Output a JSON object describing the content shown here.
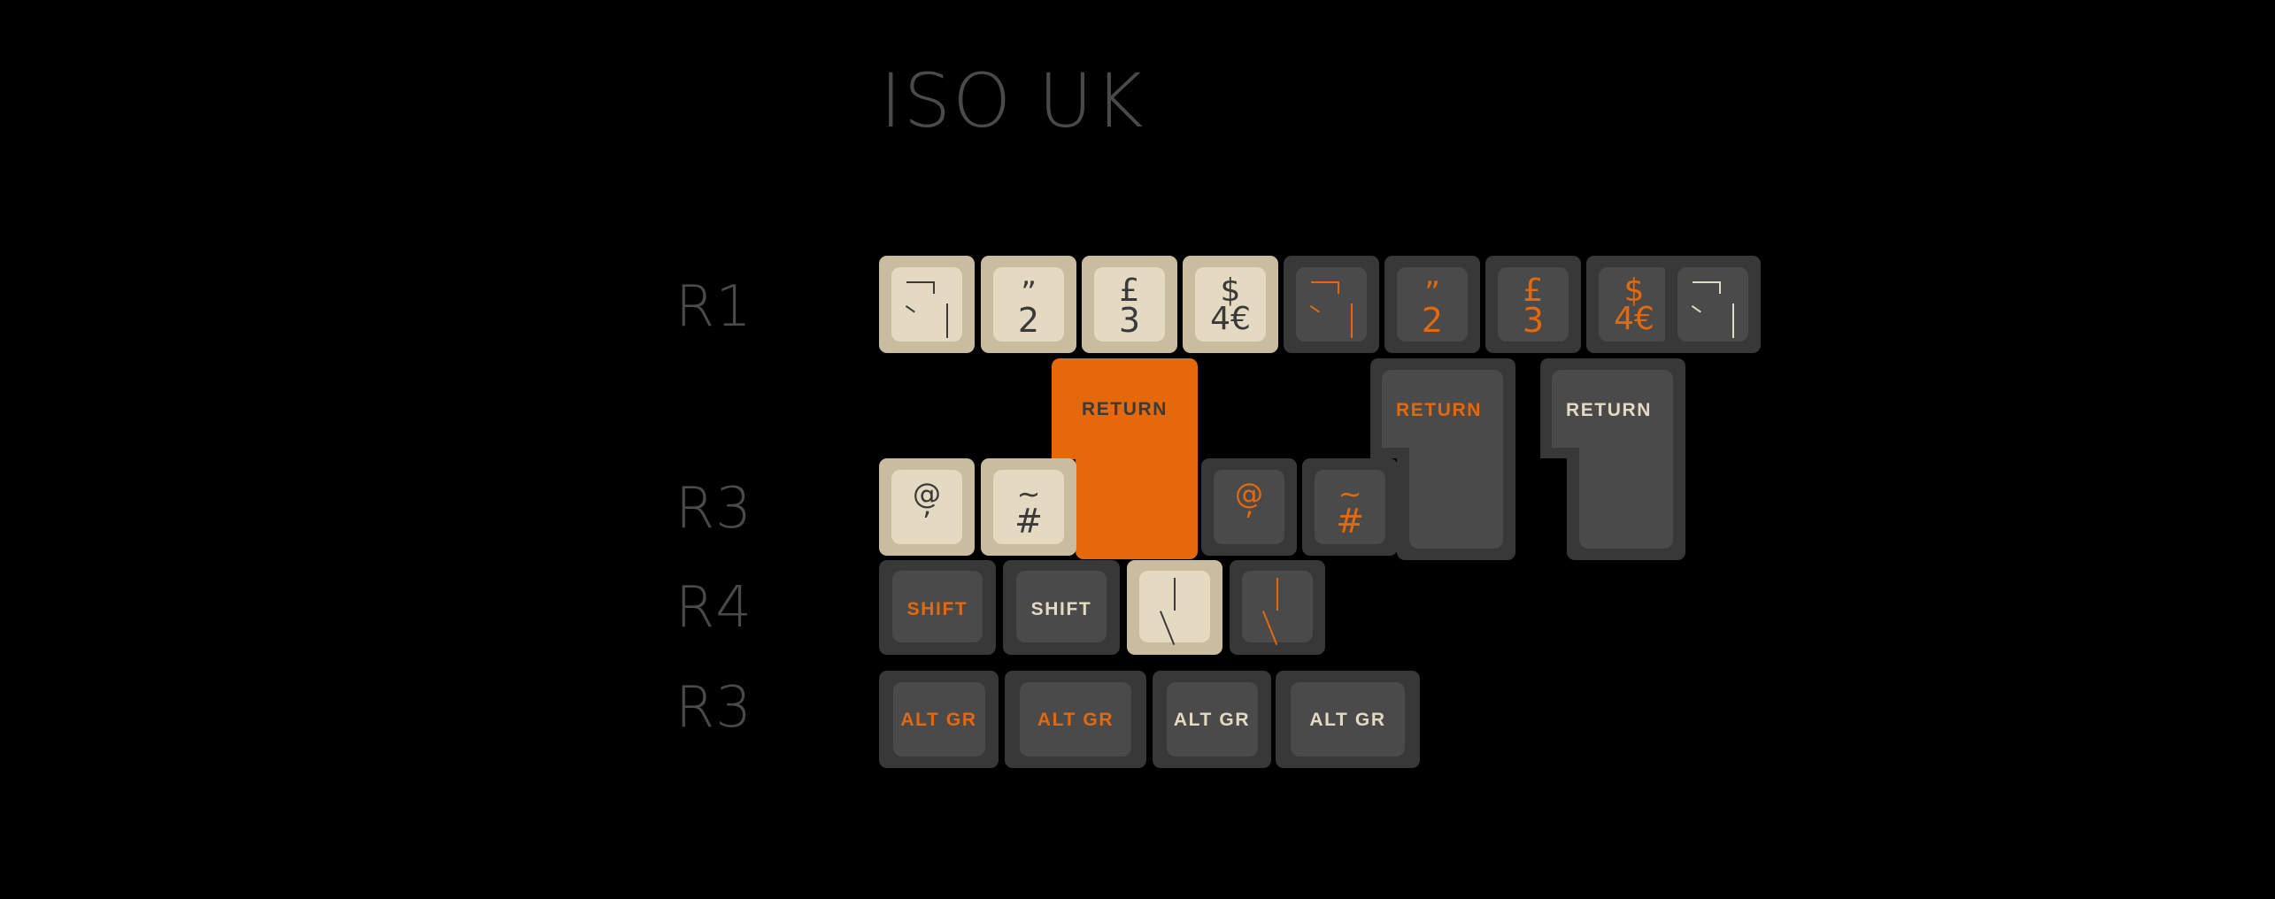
{
  "page": {
    "title": "ISO UK",
    "background_color": "#000000",
    "title_color": "#4a4a4a"
  },
  "palette": {
    "accent_orange": "#e5690a",
    "cream_cap": "#e4dac2",
    "cream_cap_side": "#c9bc9f",
    "dark_cap": "#4a4a4a",
    "dark_cap_side": "#383838",
    "ink_dark": "#3a3a3a",
    "ink_cream": "#e4dac2",
    "label_gray": "#4a4a4a"
  },
  "row_labels": [
    {
      "id": "r1",
      "text": "R1"
    },
    {
      "id": "r3a",
      "text": "R3"
    },
    {
      "id": "r4",
      "text": "R4"
    },
    {
      "id": "r3b",
      "text": "R3"
    }
  ],
  "rows": {
    "r1": {
      "label": "R1",
      "keys": [
        {
          "name": "key-notsign-grave-pipe-light",
          "cap": "light",
          "ink": "dark",
          "legend_type": "marks",
          "marks": [
            "not-sign",
            "grave",
            "pipe"
          ]
        },
        {
          "name": "key-quote-2-light",
          "cap": "light",
          "ink": "dark",
          "legend_type": "stack",
          "upper": "”",
          "lower": "2"
        },
        {
          "name": "key-pound-3-light",
          "cap": "light",
          "ink": "dark",
          "legend_type": "stack",
          "upper": "£",
          "lower": "3"
        },
        {
          "name": "key-dollar-4-euro-light",
          "cap": "light",
          "ink": "dark",
          "legend_type": "stack",
          "upper": "$",
          "lower": "4€"
        },
        {
          "name": "key-notsign-grave-pipe-dark",
          "cap": "dark",
          "ink": "orange",
          "legend_type": "marks",
          "marks": [
            "not-sign",
            "grave",
            "pipe"
          ]
        },
        {
          "name": "key-quote-2-dark",
          "cap": "dark",
          "ink": "orange",
          "legend_type": "stack",
          "upper": "”",
          "lower": "2"
        },
        {
          "name": "key-pound-3-dark",
          "cap": "dark",
          "ink": "orange",
          "legend_type": "stack",
          "upper": "£",
          "lower": "3"
        },
        {
          "name": "key-dollar-4-euro-dark",
          "cap": "dark",
          "ink": "orange",
          "legend_type": "stack",
          "upper": "$",
          "lower": "4€"
        },
        {
          "name": "key-notsign-grave-pipe-dark-cream",
          "cap": "dark",
          "ink": "cream",
          "legend_type": "marks",
          "marks": [
            "not-sign",
            "grave",
            "pipe"
          ]
        }
      ]
    },
    "r3_top": {
      "label": "R3",
      "keys": [
        {
          "name": "key-at-apostrophe-light",
          "cap": "light",
          "ink": "dark",
          "legend_type": "stack",
          "upper": "@",
          "lower": "’"
        },
        {
          "name": "key-tilde-hash-light",
          "cap": "light",
          "ink": "dark",
          "legend_type": "stack",
          "upper": "~",
          "lower": "#"
        },
        {
          "name": "key-at-apostrophe-dark",
          "cap": "dark",
          "ink": "orange",
          "legend_type": "stack",
          "upper": "@",
          "lower": "’"
        },
        {
          "name": "key-tilde-hash-dark",
          "cap": "dark",
          "ink": "orange",
          "legend_type": "stack",
          "upper": "~",
          "lower": "#"
        }
      ]
    },
    "enters": [
      {
        "name": "key-return-accent",
        "cap": "accent",
        "ink": "dark",
        "label": "RETURN"
      },
      {
        "name": "key-return-dark-orange",
        "cap": "dark",
        "ink": "orange",
        "label": "RETURN"
      },
      {
        "name": "key-return-dark-cream",
        "cap": "dark",
        "ink": "cream",
        "label": "RETURN"
      }
    ],
    "r4": {
      "label": "R4",
      "keys": [
        {
          "name": "key-shift-dark-orange",
          "cap": "dark",
          "ink": "orange",
          "legend_type": "word",
          "label": "SHIFT"
        },
        {
          "name": "key-shift-dark-cream",
          "cap": "dark",
          "ink": "cream",
          "legend_type": "word",
          "label": "SHIFT"
        },
        {
          "name": "key-pipe-backslash-light",
          "cap": "light",
          "ink": "dark",
          "legend_type": "marks",
          "marks": [
            "pipe-center",
            "backslash"
          ]
        },
        {
          "name": "key-pipe-backslash-dark",
          "cap": "dark",
          "ink": "orange",
          "legend_type": "marks",
          "marks": [
            "pipe-center",
            "backslash"
          ]
        }
      ]
    },
    "r3_bottom": {
      "label": "R3",
      "keys": [
        {
          "name": "key-altgr-1",
          "cap": "dark",
          "ink": "orange",
          "legend_type": "word",
          "label": "ALT GR"
        },
        {
          "name": "key-altgr-2",
          "cap": "dark",
          "ink": "orange",
          "legend_type": "word",
          "label": "ALT GR"
        },
        {
          "name": "key-altgr-3",
          "cap": "dark",
          "ink": "cream",
          "legend_type": "word",
          "label": "ALT GR"
        },
        {
          "name": "key-altgr-4",
          "cap": "dark",
          "ink": "cream",
          "legend_type": "word",
          "label": "ALT GR"
        }
      ]
    }
  }
}
